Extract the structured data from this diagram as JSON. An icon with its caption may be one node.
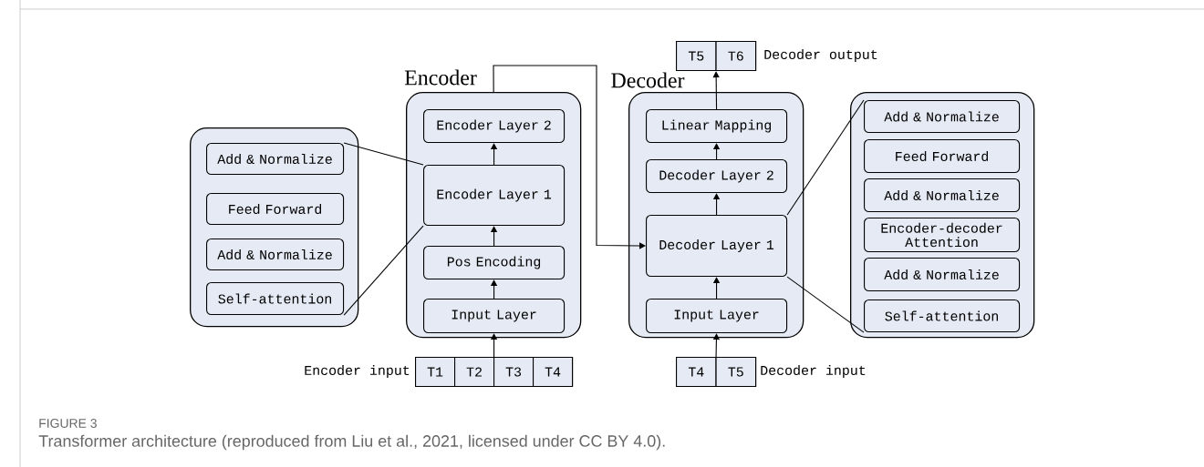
{
  "diagram": {
    "caption": "Transformer architecture (reproduced from Liu et al., 2021, licensed under CC BY 4.0).",
    "nodes": [
      {
        "text": [],
        "shape": "box"
      },
      {
        "text": [
          "Add & Normalize"
        ],
        "in": 0
      },
      {
        "text": [
          "Feed Forward"
        ],
        "in": 0
      },
      {
        "text": [
          "Add & Normalize"
        ],
        "in": 0
      },
      {
        "text": [
          "Self-attention"
        ],
        "in": 0
      },
      {
        "text": [
          "Encoder"
        ]
      },
      {
        "text": [
          "Encoder Layer 2"
        ],
        "in": 5
      },
      {
        "text": [
          "Encoder Layer 1"
        ],
        "in": 5
      },
      {
        "text": [
          "Pos Encoding"
        ],
        "in": 5
      },
      {
        "text": [
          "Input Layer"
        ],
        "in": 5
      },
      {
        "text": [],
        "shape": "box",
        "beside": [
          "Encoder input"
        ]
      },
      {
        "text": [
          "T1"
        ],
        "in": 10
      },
      {
        "text": [
          "T2"
        ],
        "in": 10
      },
      {
        "text": [
          "T3"
        ],
        "in": 10
      },
      {
        "text": [
          "T4"
        ],
        "in": 10
      },
      {
        "text": [
          "Decoder"
        ]
      },
      {
        "text": [
          "Linear Mapping"
        ],
        "in": 15
      },
      {
        "text": [
          "Decoder Layer 2"
        ],
        "in": 15
      },
      {
        "text": [
          "Decoder Layer 1"
        ],
        "in": 15
      },
      {
        "text": [
          "Input Layer"
        ],
        "in": 15
      },
      {
        "text": [],
        "shape": "box",
        "beside": [
          "Decoder input"
        ]
      },
      {
        "text": [
          "T4"
        ],
        "in": 20
      },
      {
        "text": [
          "T5"
        ],
        "in": 20
      },
      {
        "text": [],
        "shape": "box",
        "beside": [
          "Decoder output"
        ]
      },
      {
        "text": [
          "T5"
        ],
        "in": 23
      },
      {
        "text": [
          "T6"
        ],
        "in": 23
      },
      {
        "text": [],
        "shape": "box"
      },
      {
        "text": [
          "Add & Normalize"
        ],
        "in": 26
      },
      {
        "text": [
          "Feed Forward"
        ],
        "in": 26
      },
      {
        "text": [
          "Add & Normalize"
        ],
        "in": 26
      },
      {
        "text": [
          "Encoder-decoder Attention"
        ],
        "in": 26
      },
      {
        "text": [
          "Add & Normalize"
        ],
        "in": 26
      },
      {
        "text": [
          "Self-attention"
        ],
        "in": 26
      }
    ],
    "edges": [
      {
        "from": 10,
        "to": 9,
        "arrow": "to"
      },
      {
        "from": 9,
        "to": 8,
        "arrow": "to"
      },
      {
        "from": 8,
        "to": 7,
        "arrow": "to"
      },
      {
        "from": 7,
        "to": 6,
        "arrow": "to"
      },
      {
        "from": 7,
        "to": 1,
        "arrow": "none"
      },
      {
        "from": 7,
        "to": 4,
        "arrow": "none"
      },
      {
        "from": 5,
        "to": 18,
        "arrow": "to"
      },
      {
        "from": 20,
        "to": 19,
        "arrow": "to"
      },
      {
        "from": 19,
        "to": 18,
        "arrow": "to"
      },
      {
        "from": 18,
        "to": 17,
        "arrow": "to"
      },
      {
        "from": 17,
        "to": 16,
        "arrow": "to"
      },
      {
        "from": 16,
        "to": 23,
        "arrow": "to"
      },
      {
        "from": 18,
        "to": 27,
        "arrow": "none"
      },
      {
        "from": 18,
        "to": 32,
        "arrow": "none"
      }
    ],
    "labels": [
      "FIGURE 3"
    ]
  }
}
